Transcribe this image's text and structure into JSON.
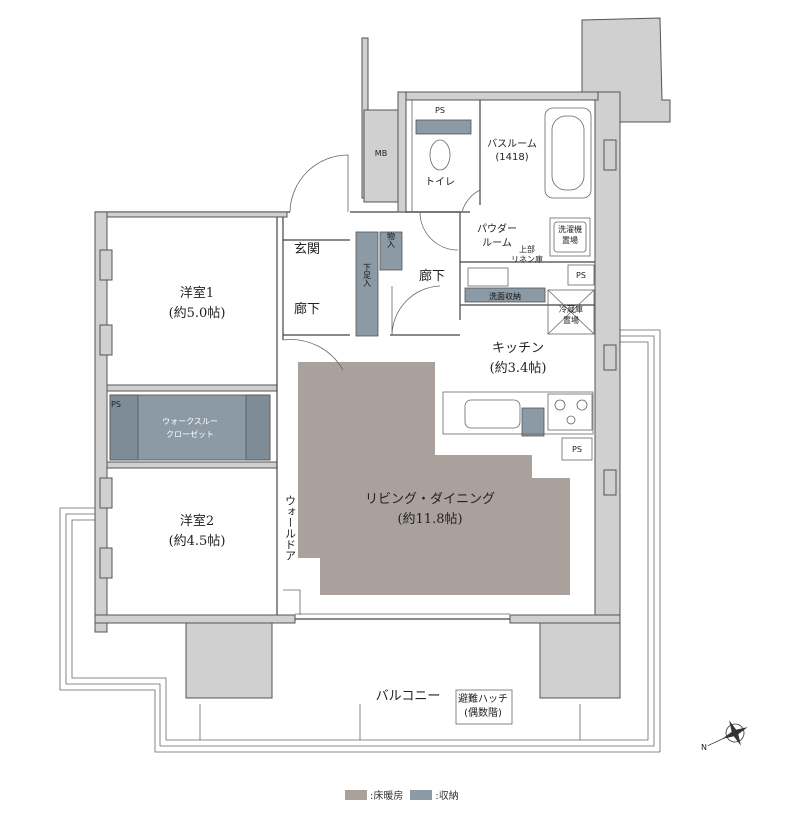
{
  "rooms": {
    "western1": {
      "name": "洋室1",
      "size": "(約5.0帖)"
    },
    "western2": {
      "name": "洋室2",
      "size": "(約4.5帖)"
    },
    "living": {
      "name": "リビング・ダイニング",
      "size": "(約11.8帖)"
    },
    "kitchen": {
      "name": "キッチン",
      "size": "(約3.4帖)"
    },
    "bathroom": {
      "name": "バスルーム",
      "size": "(1418)"
    },
    "toilet": "トイレ",
    "powder": {
      "line1": "パウダー",
      "line2": "ルーム"
    },
    "entrance": "玄関",
    "hall1": "廊下",
    "hall2": "廊下",
    "balcony": "バルコニー"
  },
  "storage": {
    "wic": {
      "line1": "ウォークスルー",
      "line2": "クローゼット"
    },
    "shoe": "下足入",
    "mono": "物入",
    "washstorage": "洗面収納"
  },
  "labels": {
    "mb": "MB",
    "ps1": "PS",
    "ps2": "PS",
    "ps3": "PS",
    "ps4": "PS",
    "washer": {
      "line1": "洗濯機",
      "line2": "置場"
    },
    "linen": {
      "line1": "上部",
      "line2": "リネン庫"
    },
    "fridge": {
      "line1": "冷蔵庫",
      "line2": "置場"
    },
    "walldoor": "ウォールドア",
    "hatch": {
      "line1": "避難ハッチ",
      "line2": "(偶数階)"
    }
  },
  "legend": {
    "heating": ":床暖房",
    "storage": ":収納"
  },
  "colors": {
    "heating": "#aaa19c",
    "storage": "#8b9aa5"
  },
  "compass": {
    "north": "N"
  }
}
